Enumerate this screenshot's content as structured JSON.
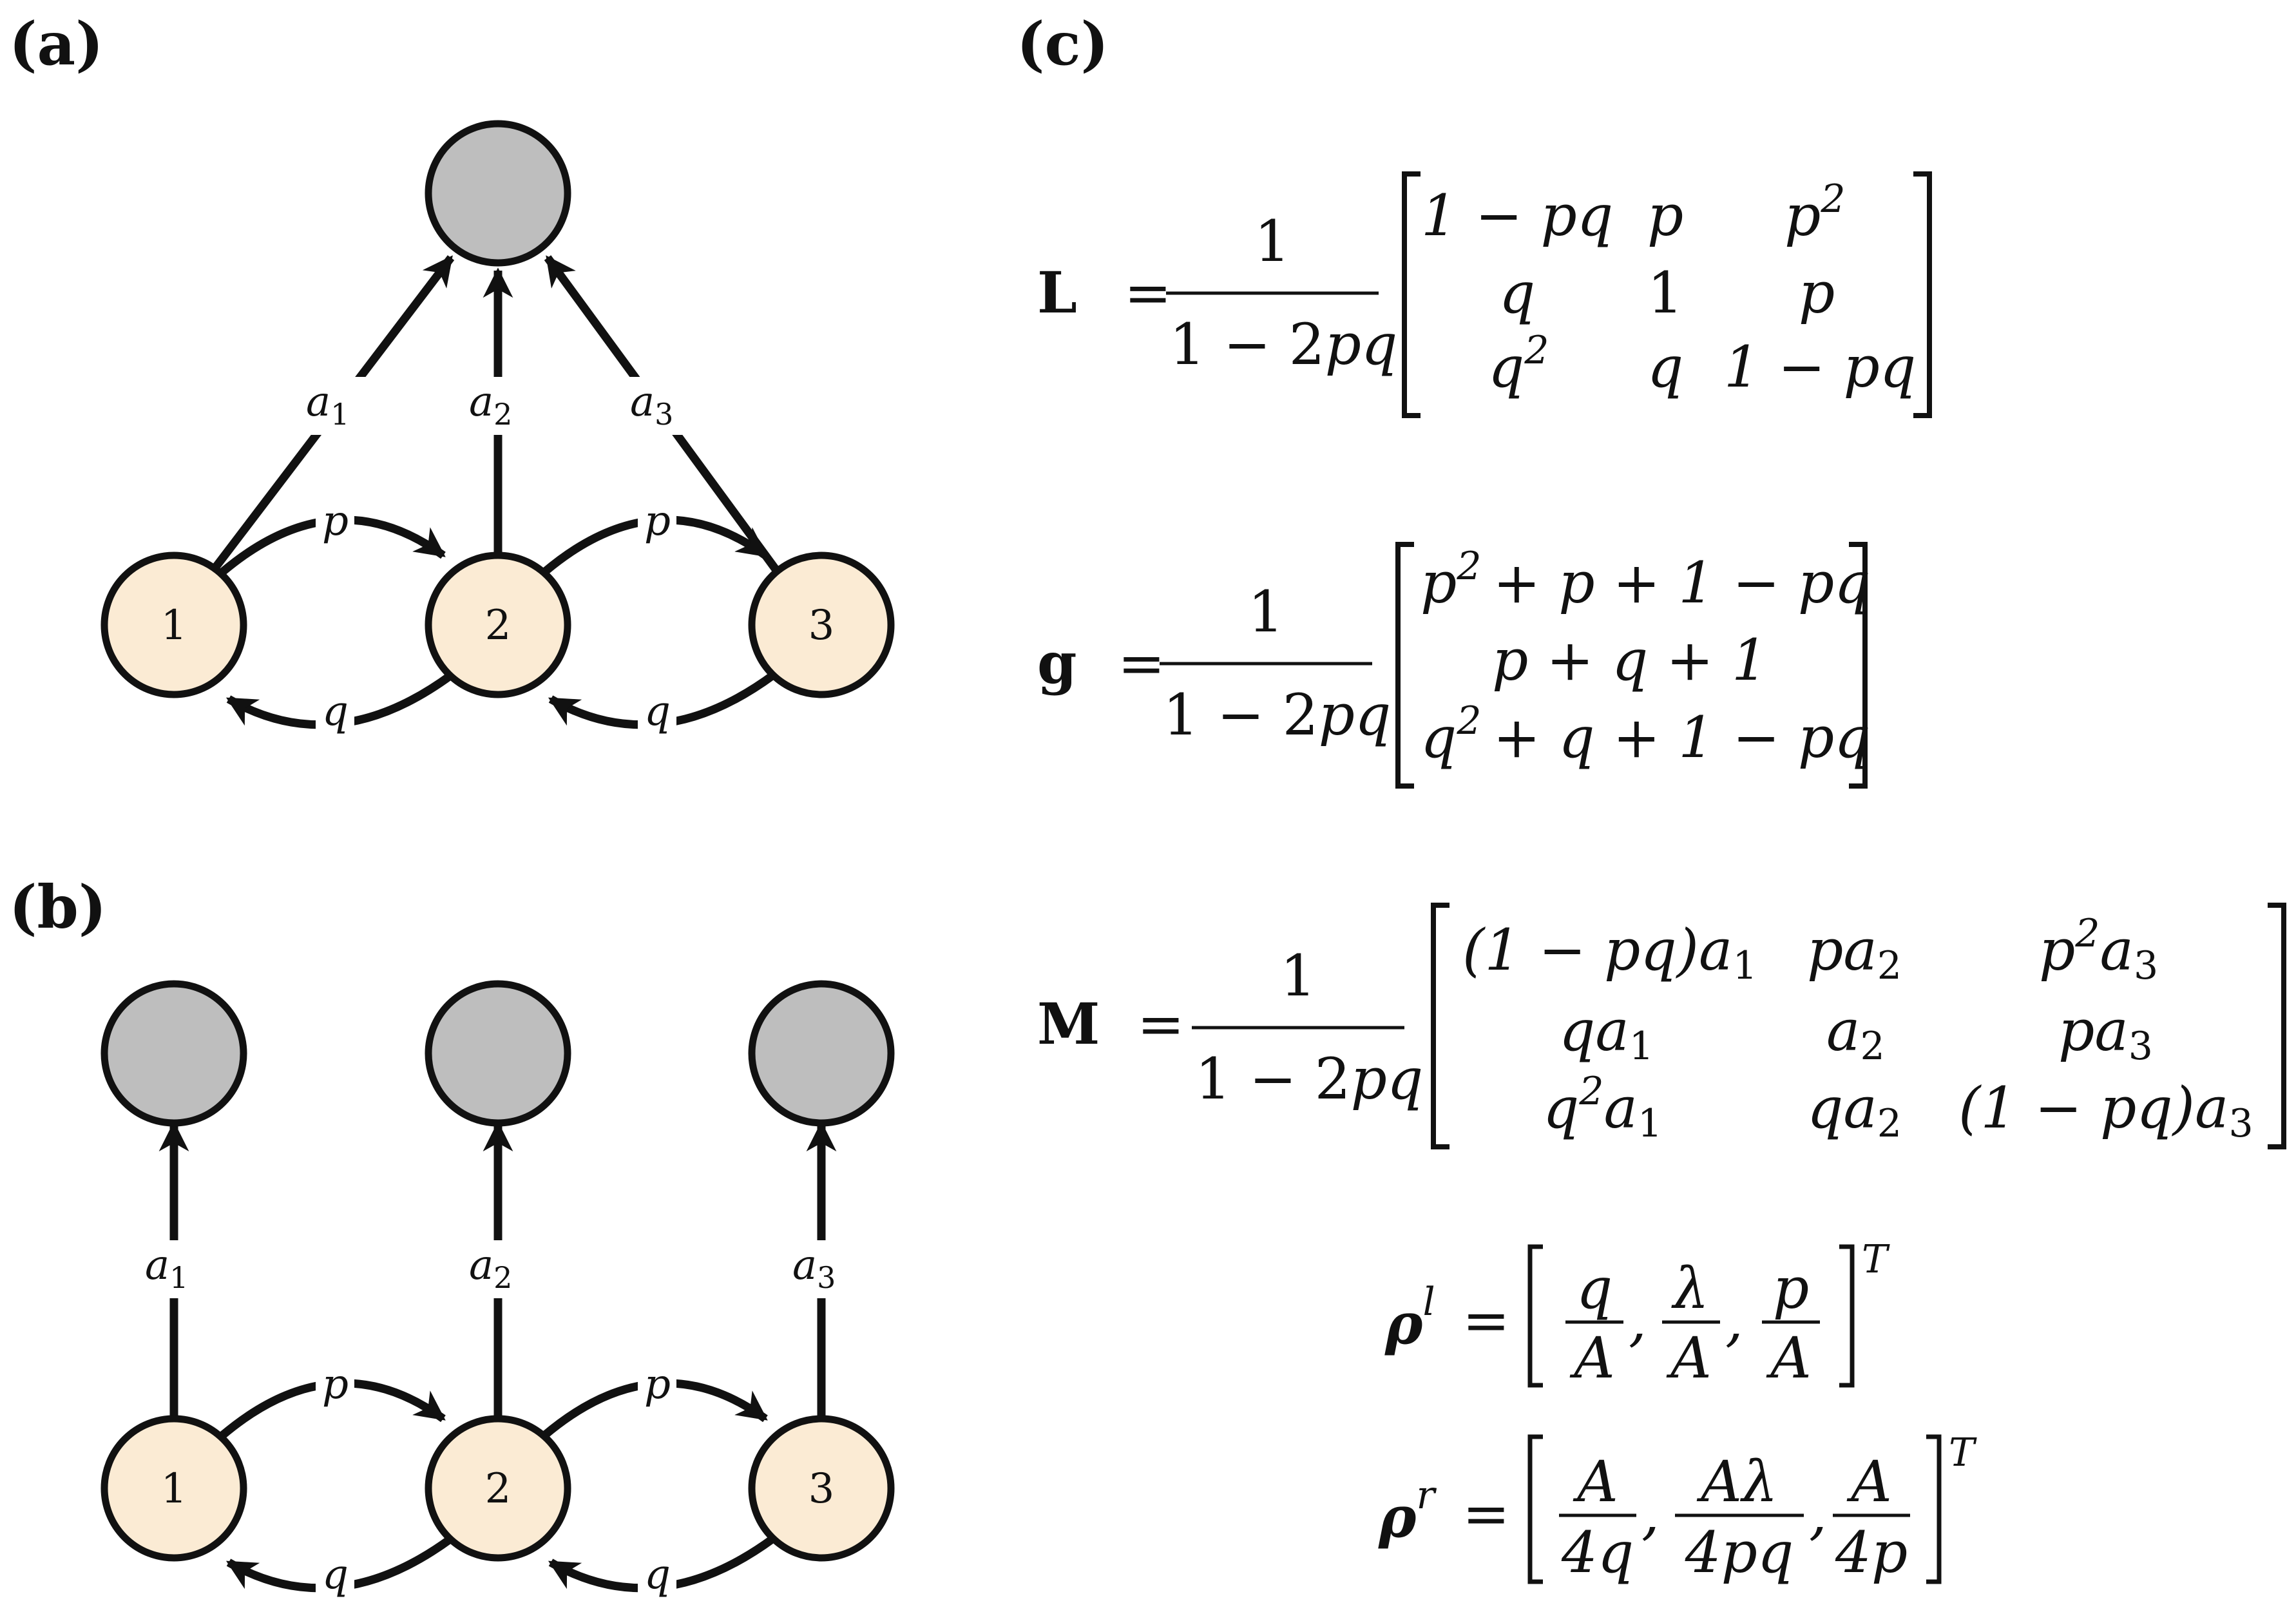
{
  "panels": {
    "a": "(a)",
    "b": "(b)",
    "c": "(c)"
  },
  "nodes": {
    "n1": "1",
    "n2": "2",
    "n3": "3"
  },
  "edges": {
    "a": "a",
    "s1": "1",
    "s2": "2",
    "s3": "3",
    "p": "p",
    "q": "q"
  },
  "colors": {
    "node_fill": "#FBEBD4",
    "sink_fill": "#BEBEBE",
    "stroke": "#111111"
  },
  "eq": {
    "L": "L",
    "g": "g",
    "M": "M",
    "equals": "=",
    "one": "1",
    "denom_1": "1 − 2",
    "denom_pq": "pq",
    "L_m": [
      [
        "1 − pq",
        "p",
        "p",
        "2"
      ],
      [
        "q",
        "1",
        "p"
      ],
      [
        "q",
        "2",
        "q",
        "1 − pq"
      ]
    ],
    "g_m": [
      [
        "p",
        "2",
        "+ p + 1 − pq"
      ],
      [
        "p + q + 1"
      ],
      [
        "q",
        "2",
        "+ q + 1 − pq"
      ]
    ],
    "M_m": [
      [
        "(1 − pq)a",
        "1",
        "pa",
        "2",
        "p",
        "2",
        "a",
        "3"
      ],
      [
        "qa",
        "1",
        "a",
        "2",
        "pa",
        "3"
      ],
      [
        "q",
        "2",
        "a",
        "1",
        "qa",
        "2",
        "(1 − pq)a",
        "3"
      ]
    ],
    "rho": "ρ",
    "rho_l_sup": "l",
    "rho_r_sup": "r",
    "T": "T",
    "comma": ",",
    "rho_l_num": [
      "q",
      "λ",
      "p"
    ],
    "rho_l_den": [
      "A",
      "A",
      "A"
    ],
    "rho_r_num": [
      "A",
      "Aλ",
      "A"
    ],
    "rho_r_den": [
      "4q",
      "4pq",
      "4p"
    ]
  }
}
